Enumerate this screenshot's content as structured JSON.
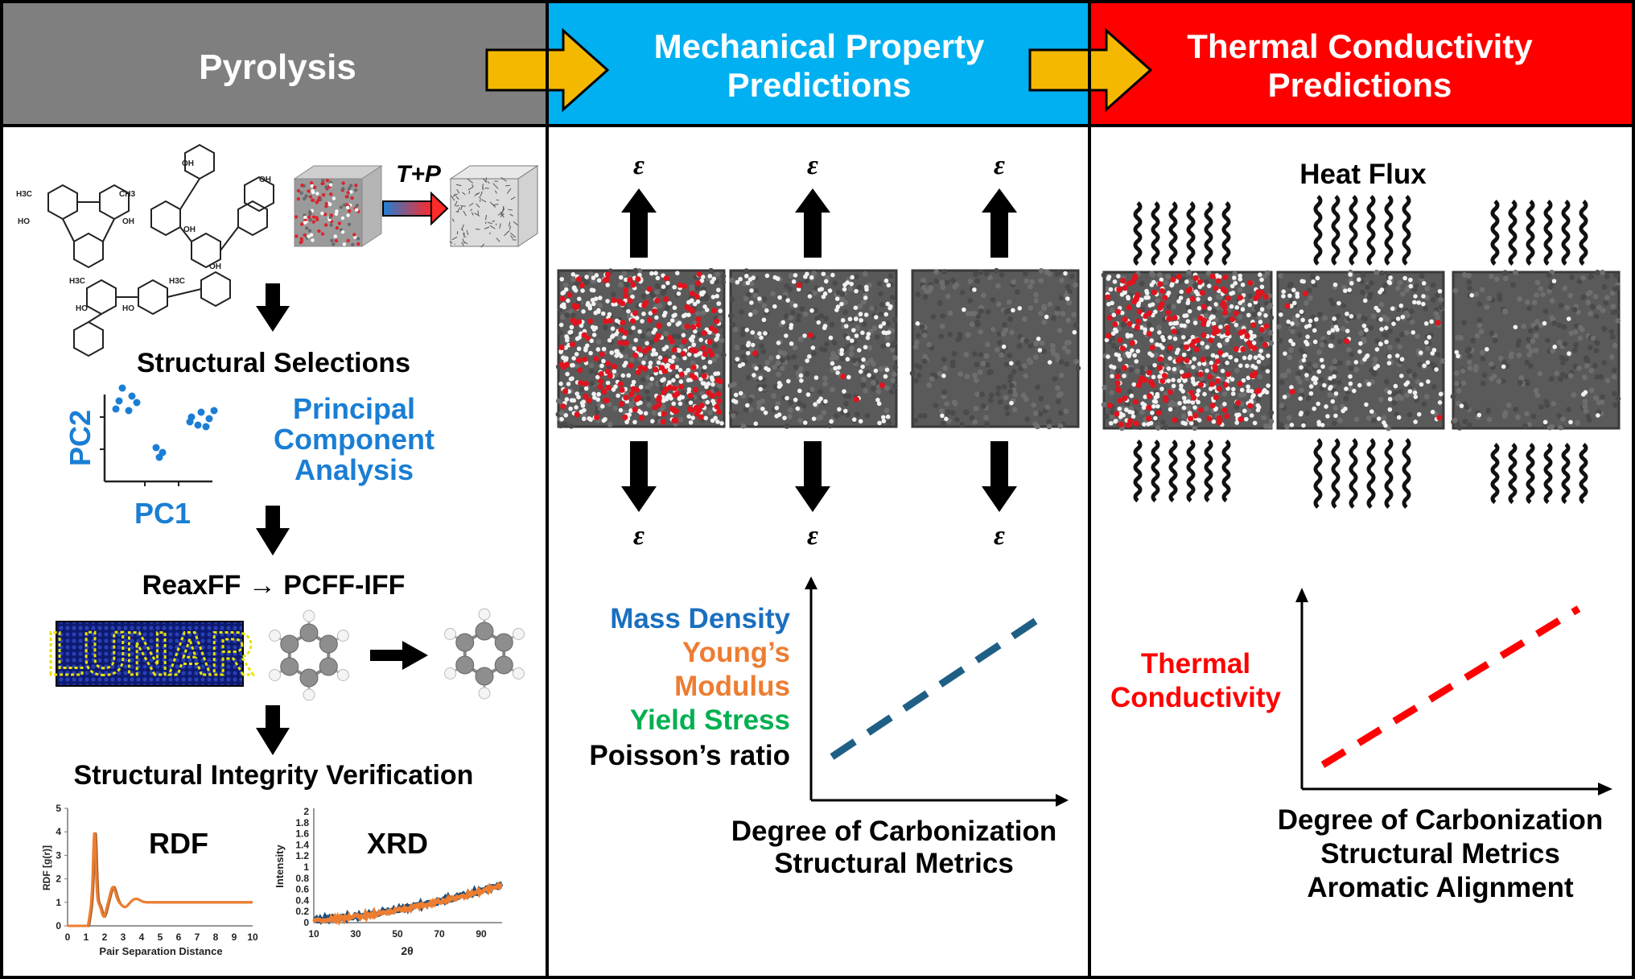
{
  "header": {
    "pyrolysis": {
      "label": "Pyrolysis",
      "color": "#7f7f7f"
    },
    "mechanical": {
      "line1": "Mechanical Property",
      "line2": "Predictions",
      "color": "#00b0f0"
    },
    "thermal": {
      "line1": "Thermal Conductivity",
      "line2": "Predictions",
      "color": "#ff0000"
    },
    "arrow_color": "#f5b800"
  },
  "pyrolysis_panel": {
    "molecule_labels": {
      "oh": "OH",
      "h3c": "H3C",
      "ch3": "CH3",
      "ho": "HO"
    },
    "tp_label": "T+P",
    "structural_selections": "Structural Selections",
    "pca": {
      "xlabel": "PC1",
      "ylabel": "PC2",
      "title_lines": [
        "Principal",
        "Component",
        "Analysis"
      ],
      "color": "#1a7ed4"
    },
    "forcefield_step": "ReaxFF → PCFF-IFF",
    "lunar_logo": "LUNAR",
    "verification": "Structural Integrity Verification",
    "rdf_plot": {
      "title": "RDF",
      "ylabel": "RDF [g(r)]",
      "xlabel": "Pair Separation Distance",
      "xticks": [
        "0",
        "1",
        "2",
        "3",
        "4",
        "5",
        "6",
        "7",
        "8",
        "9",
        "10"
      ],
      "yticks": [
        "0",
        "1",
        "2",
        "3",
        "4",
        "5"
      ]
    },
    "xrd_plot": {
      "title": "XRD",
      "ylabel": "Intensity",
      "xlabel": "2θ",
      "xticks": [
        "10",
        "30",
        "50",
        "70",
        "90"
      ],
      "yticks": [
        "0",
        "0.2",
        "0.4",
        "0.6",
        "0.8",
        "1",
        "1.2",
        "1.4",
        "1.6",
        "1.8",
        "2"
      ]
    }
  },
  "mechanical_panel": {
    "strain_symbol": "ε",
    "properties": [
      {
        "text": "Mass Density",
        "color": "#1a6fbf"
      },
      {
        "text": "Young’s",
        "color": "#ed7d31"
      },
      {
        "text": "Modulus",
        "color": "#ed7d31"
      },
      {
        "text": "Yield Stress",
        "color": "#00b050"
      },
      {
        "text": "Poisson’s ratio",
        "color": "#000000"
      }
    ],
    "xaxis_lines": [
      "Degree of Carbonization",
      "Structural Metrics"
    ],
    "trend_color": "#1f5f86"
  },
  "thermal_panel": {
    "heat_flux_label": "Heat Flux",
    "ylabel_lines": [
      "Thermal",
      "Conductivity"
    ],
    "ylabel_color": "#ff0000",
    "xaxis_lines": [
      "Degree of Carbonization",
      "Structural Metrics",
      "Aromatic Alignment"
    ],
    "trend_color": "#ff0000"
  }
}
